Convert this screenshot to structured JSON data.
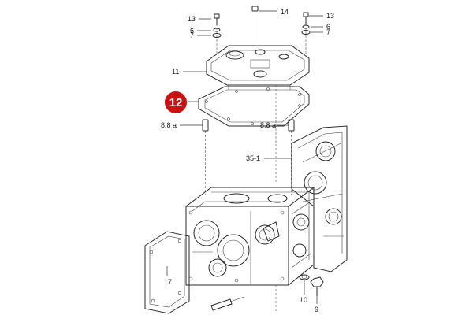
{
  "diagram": {
    "callout": {
      "label": "12",
      "color": "#cc1111"
    },
    "part_labels": {
      "bolt_left": "13",
      "washer_left_6": "6",
      "washer_left_7": "7",
      "bolt_center": "14",
      "bolt_right": "13",
      "washer_right_6": "6",
      "washer_right_7": "7",
      "cover": "11",
      "dowel_left": "8.8 a",
      "dowel_right": "8.8 a",
      "case": "35-1",
      "cover_plate": "17",
      "plug_10": "10",
      "plug_9": "9"
    }
  }
}
